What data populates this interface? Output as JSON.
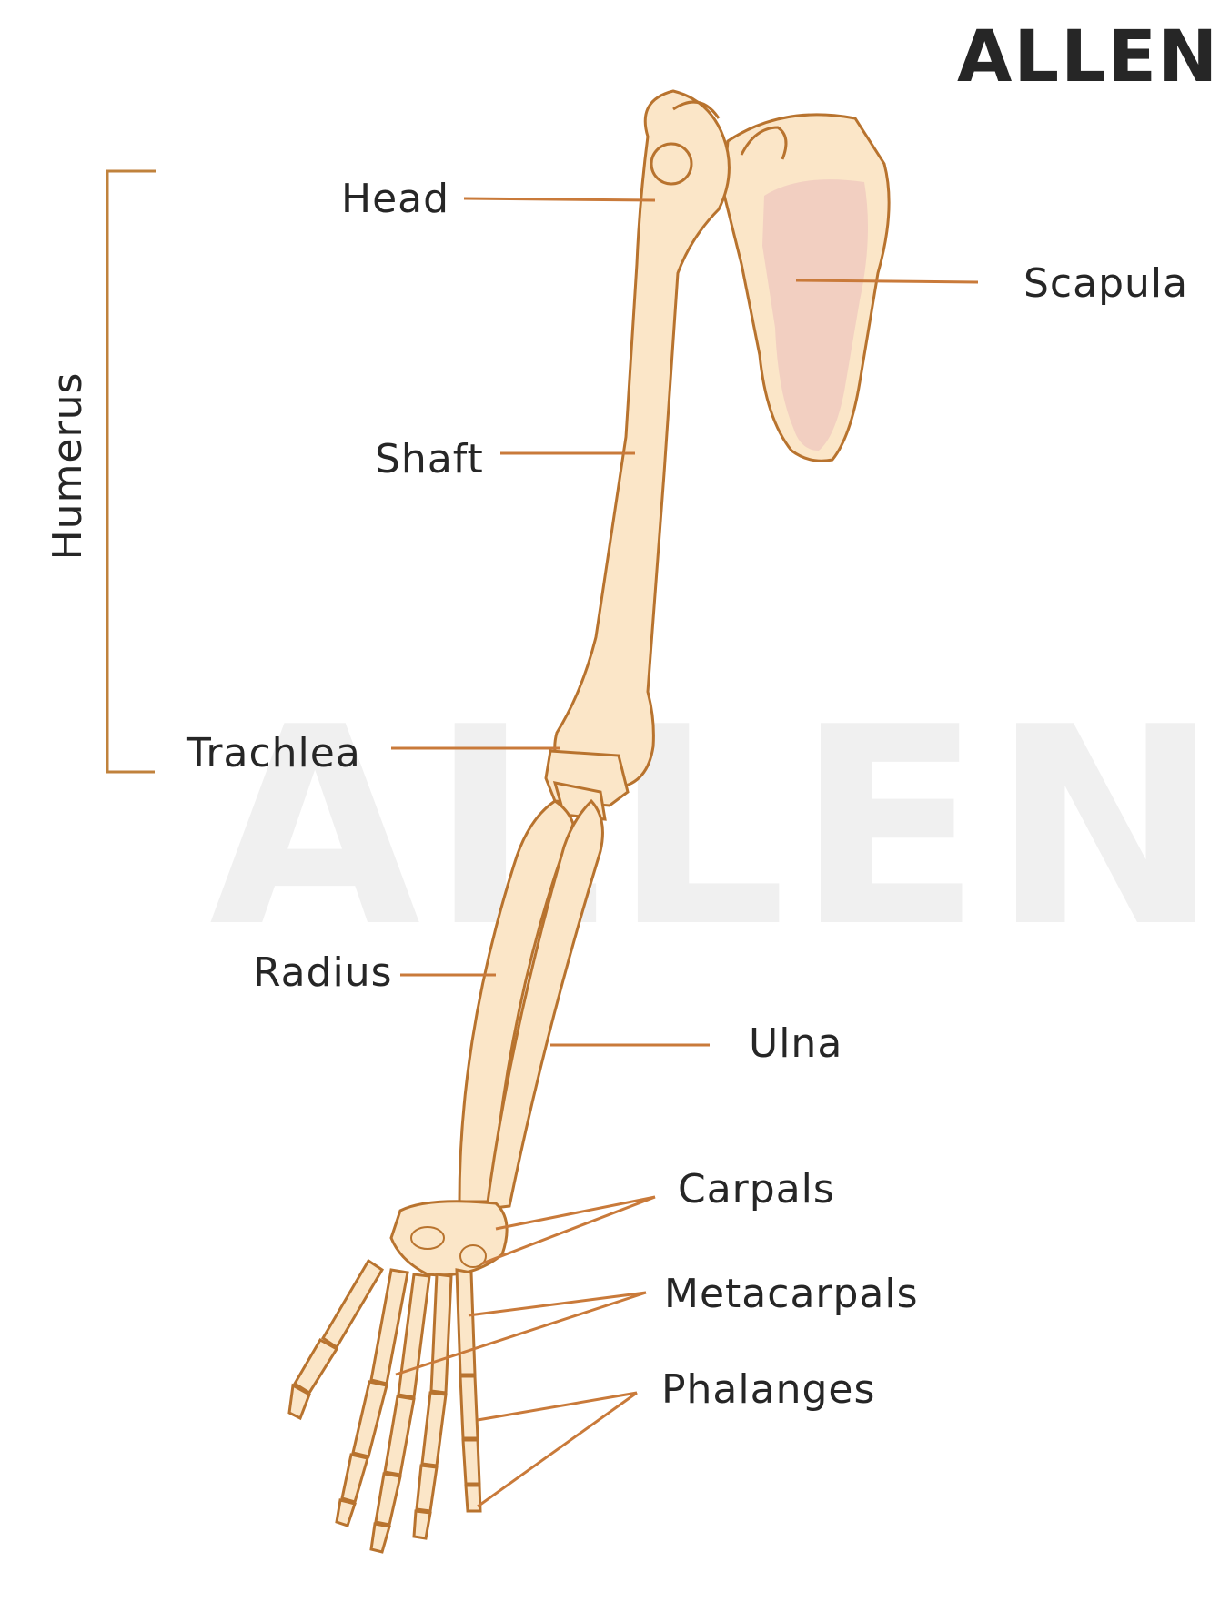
{
  "brand": {
    "logo_text": "ALLEN",
    "watermark_text": "ALLEN"
  },
  "labels": {
    "humerus": "Humerus",
    "head": "Head",
    "scapula": "Scapula",
    "shaft": "Shaft",
    "trachlea": "Trachlea",
    "radius": "Radius",
    "ulna": "Ulna",
    "carpals": "Carpals",
    "metacarpals": "Metacarpals",
    "phalanges": "Phalanges"
  },
  "colors": {
    "bone_fill": "#fbe6c8",
    "bone_outline": "#b8732e",
    "scapula_inner": "#f0c9bf",
    "leader_line": "#c97a3a",
    "text": "#262626"
  }
}
